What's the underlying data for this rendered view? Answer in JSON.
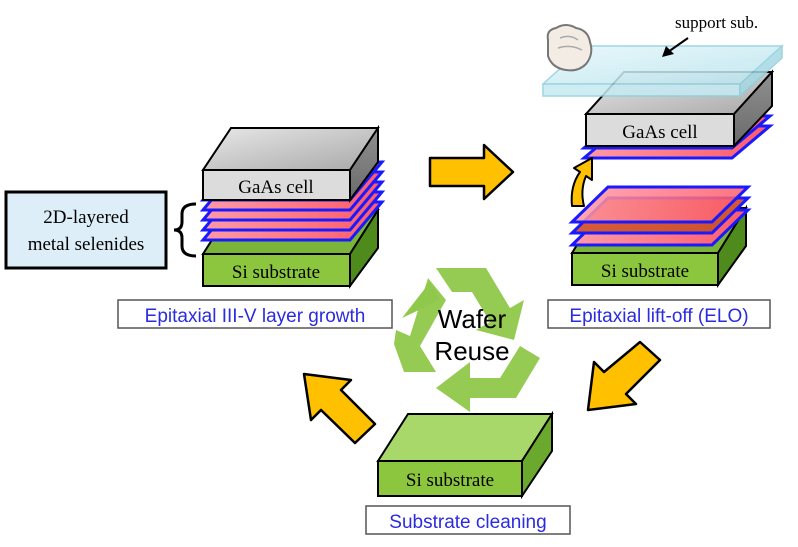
{
  "labels": {
    "support_sub": "support sub.",
    "gaas_cell": "GaAs cell",
    "si_substrate": "Si substrate",
    "selenides_line1": "2D-layered",
    "selenides_line2": "metal selenides",
    "center_line1": "Wafer",
    "center_line2": "Reuse"
  },
  "steps": {
    "growth": "Epitaxial III-V layer growth",
    "liftoff": "Epitaxial lift-off (ELO)",
    "cleaning": "Substrate cleaning"
  },
  "colors": {
    "step_text": "#2b2be0",
    "arrow_fill": "#ffc000",
    "si_green": "#8cc63f",
    "layer_blue": "#1a1aff",
    "layer_red": "#ff6b7a",
    "gaas_gray": "#d0d0d0",
    "recycle_green": "#8fc84a",
    "selenide_box": "#ddeef8"
  }
}
